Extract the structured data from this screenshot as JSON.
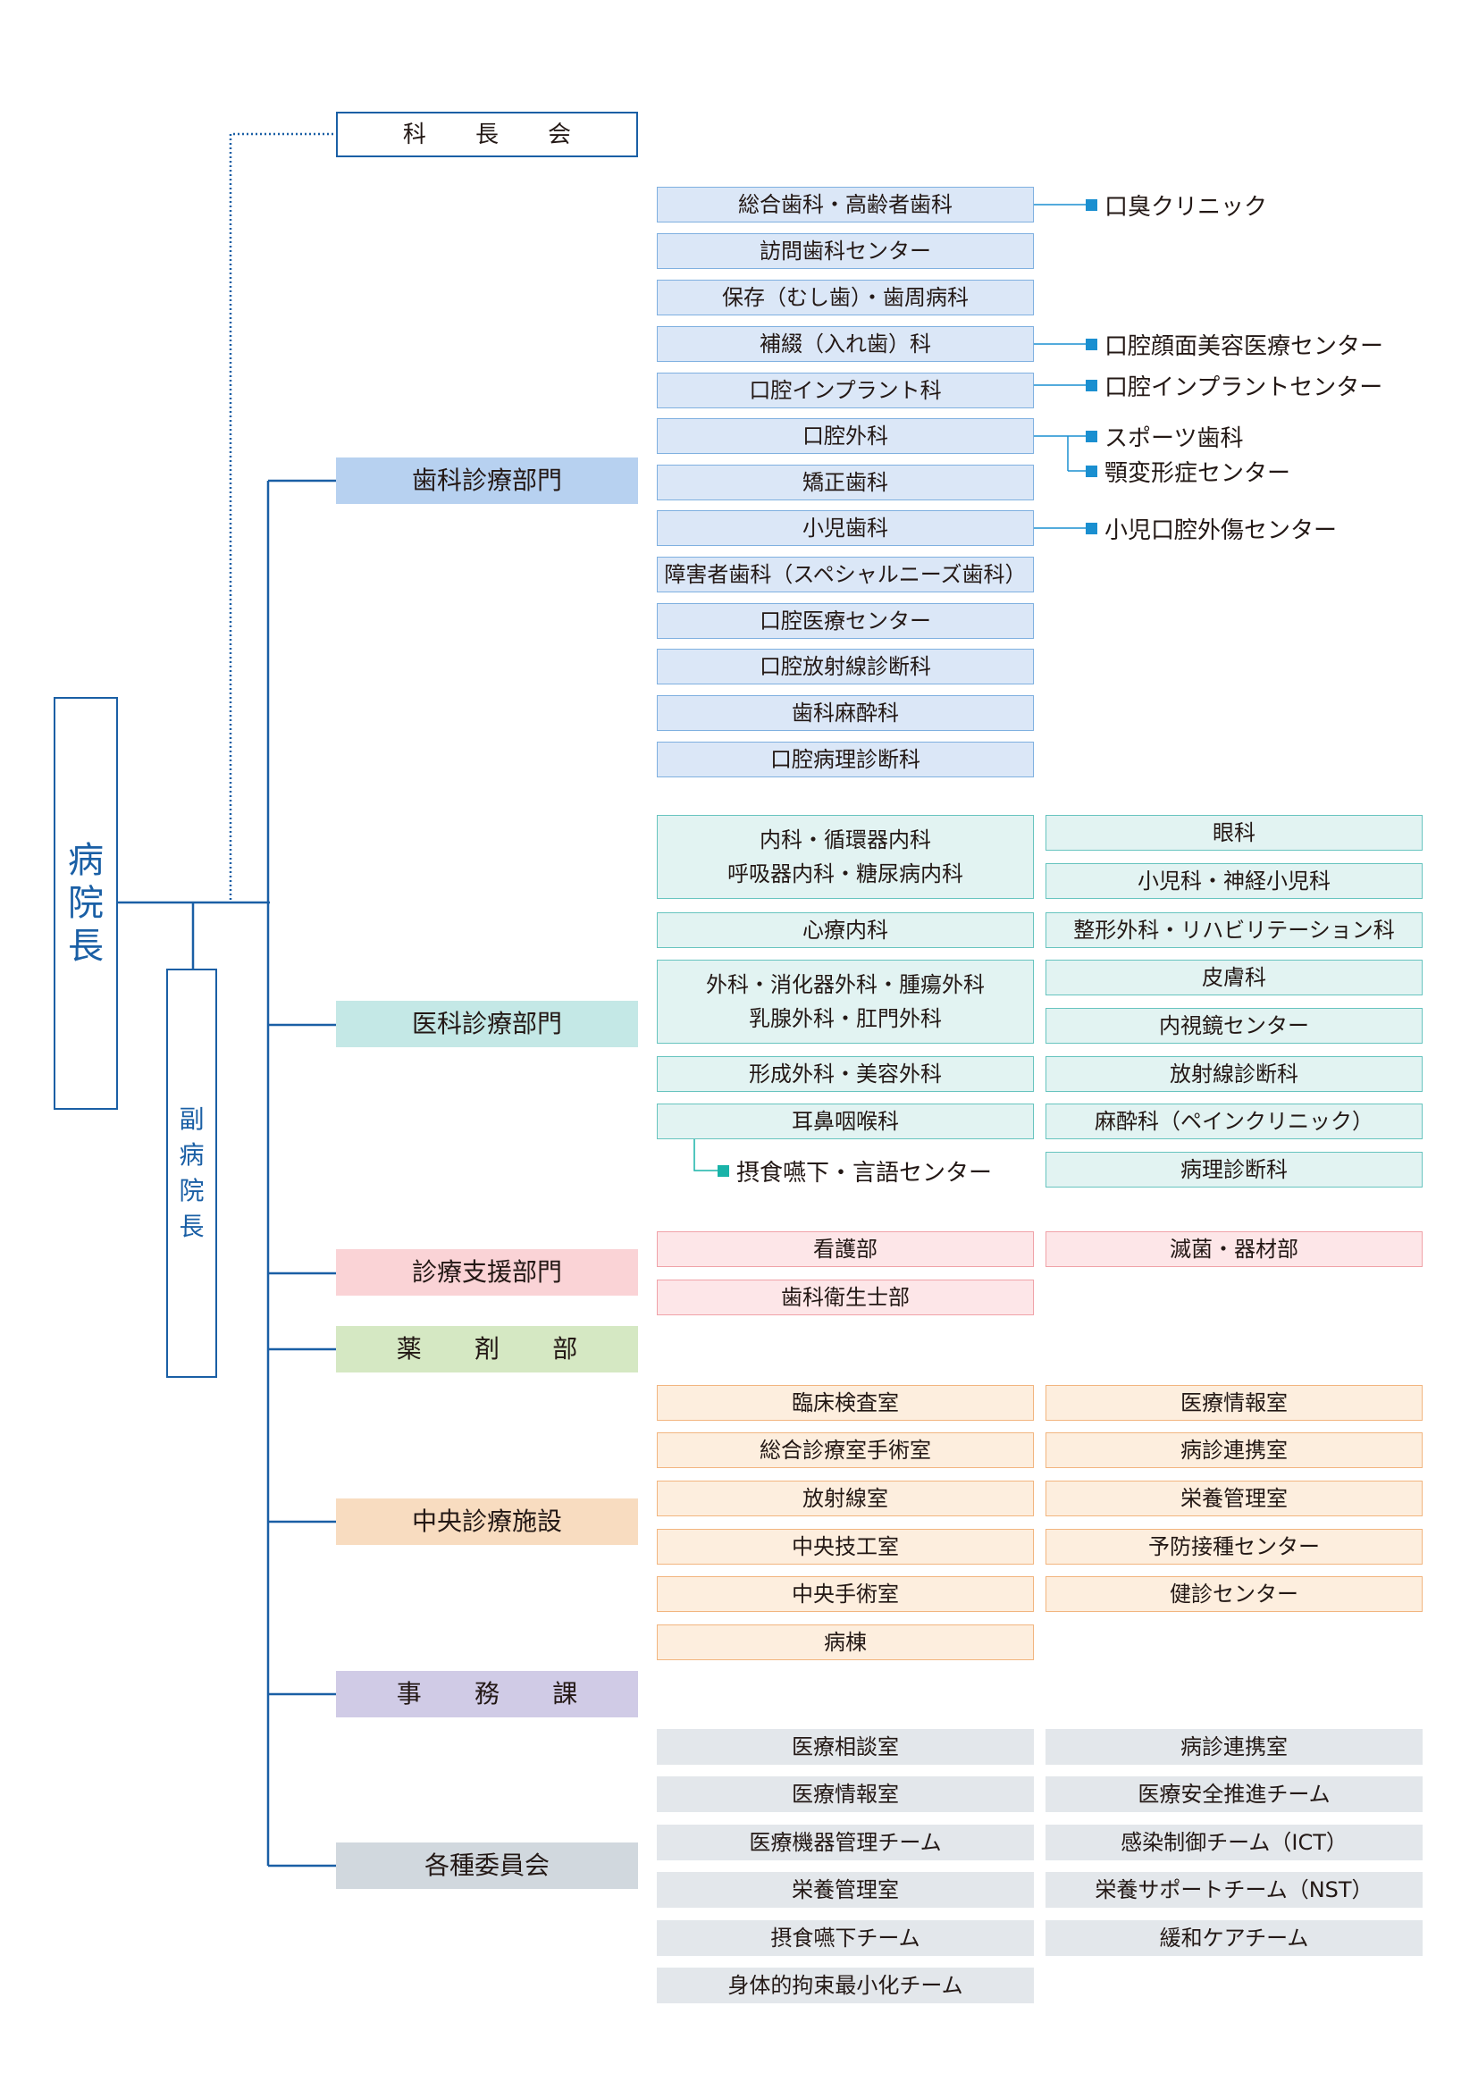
{
  "director": [
    "病",
    "院",
    "長"
  ],
  "vice_director": [
    "副",
    "病",
    "院",
    "長"
  ],
  "council": "科 長 会",
  "dental": {
    "category": "歯科診療部門",
    "items": [
      "総合歯科・高齢者歯科",
      "訪問歯科センター",
      "保存（むし歯）・歯周病科",
      "補綴（入れ歯）科",
      "口腔インプラント科",
      "口腔外科",
      "矯正歯科",
      "小児歯科",
      "障害者歯科（スペシャルニーズ歯科）",
      "口腔医療センター",
      "口腔放射線診断科",
      "歯科麻酔科",
      "口腔病理診断科"
    ],
    "sub_units": [
      "口臭クリニック",
      "口腔顔面美容医療センター",
      "口腔インプラントセンター",
      "スポーツ歯科",
      "顎変形症センター",
      "小児口腔外傷センター"
    ]
  },
  "medical": {
    "category": "医科診療部門",
    "left": [
      [
        "内科・循環器内科",
        "呼吸器内科・糖尿病内科"
      ],
      [
        "心療内科"
      ],
      [
        "外科・消化器外科・腫瘍外科",
        "乳腺外科・肛門外科"
      ],
      [
        "形成外科・美容外科"
      ],
      [
        "耳鼻咽喉科"
      ]
    ],
    "right": [
      "眼科",
      "小児科・神経小児科",
      "整形外科・リハビリテーション科",
      "皮膚科",
      "内視鏡センター",
      "放射線診断科",
      "麻酔科（ペインクリニック）",
      "病理診断科"
    ],
    "sub_units": [
      "摂食嚥下・言語センター"
    ]
  },
  "support": {
    "category": "診療支援部門",
    "items": [
      "看護部",
      "滅菌・器材部",
      "歯科衛生士部"
    ]
  },
  "pharmacy": {
    "category": "薬 剤 部"
  },
  "central": {
    "category": "中央診療施設",
    "left": [
      "臨床検査室",
      "総合診療室手術室",
      "放射線室",
      "中央技工室",
      "中央手術室",
      "病棟"
    ],
    "right": [
      "医療情報室",
      "病診連携室",
      "栄養管理室",
      "予防接種センター",
      "健診センター"
    ]
  },
  "admin": {
    "category": "事 務 課"
  },
  "committee": {
    "category": "各種委員会",
    "left": [
      "医療相談室",
      "医療情報室",
      "医療機器管理チーム",
      "栄養管理室",
      "摂食嚥下チーム",
      "身体的拘束最小化チーム"
    ],
    "right": [
      "病診連携室",
      "医療安全推進チーム",
      "感染制御チーム（ICT）",
      "栄養サポートチーム（NST）",
      "緩和ケアチーム"
    ]
  },
  "colors": {
    "line": "#1a5fa5",
    "dental_square": "#1a8fd0",
    "medical_square": "#19b3a8"
  }
}
